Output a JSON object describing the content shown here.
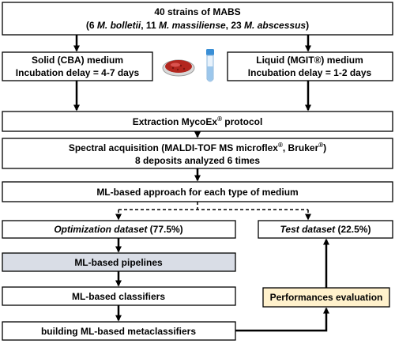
{
  "strains": {
    "line1": "40 strains of MABS",
    "line2_pre": "(6 ",
    "species1": "M. bolletii",
    "sep1": ", 11 ",
    "species2": "M. massiliense",
    "sep2": ", 23 ",
    "species3": "M. abscessus",
    "line2_post": ")"
  },
  "solid_medium": {
    "line1": "Solid (CBA)  medium",
    "line2": "Incubation delay = 4-7 days"
  },
  "liquid_medium": {
    "line1": "Liquid (MGIT®) medium",
    "line2": "Incubation delay = 1-2 days"
  },
  "extraction": {
    "text": "Extraction MycoEx",
    "sup": "®",
    "suffix": " protocol"
  },
  "spectral": {
    "part1": "Spectral acquisition (MALDI-TOF MS microflex",
    "sup1": "®",
    "part2": ", Bruker",
    "sup2": "®",
    "part3": ")",
    "line2": "8 deposits analyzed 6 times"
  },
  "ml_approach": "ML-based approach for each type of medium",
  "optimization": {
    "italic": "Optimization dataset",
    "pct": " (77.5%)"
  },
  "test": {
    "italic": "Test dataset",
    "pct": " (22.5%)"
  },
  "pipelines": "ML-based pipelines",
  "classifiers": "ML-based classifiers",
  "performances": "Performances evaluation",
  "metaclassifiers": "building ML-based metaclassifiers",
  "colors": {
    "grey_box": "#d9dde6",
    "yellow_box": "#fff1cc",
    "dish": "#c0392b",
    "tube_cap": "#3a8fd6"
  },
  "icons": [
    "petri-dish-icon",
    "test-tube-icon"
  ]
}
